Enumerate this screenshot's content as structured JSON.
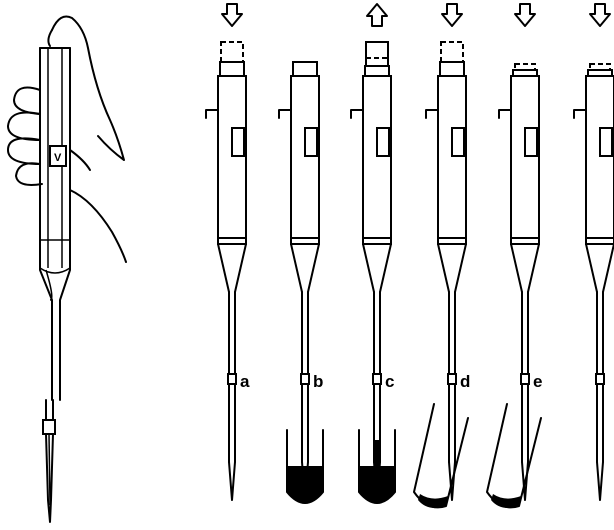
{
  "diagram": {
    "hand_volume_label": "V",
    "steps": [
      {
        "label": "a",
        "arrow": "down",
        "plunger": "dashed-up",
        "liquid": "none"
      },
      {
        "label": "b",
        "arrow": "none",
        "plunger": "solid",
        "liquid": "tube"
      },
      {
        "label": "c",
        "arrow": "up",
        "plunger": "raised",
        "liquid": "tube-drawn"
      },
      {
        "label": "d",
        "arrow": "down",
        "plunger": "dashed-up",
        "liquid": "dispense"
      },
      {
        "label": "e",
        "arrow": "down",
        "plunger": "dashed-small",
        "liquid": "dispense"
      },
      {
        "label": "",
        "arrow": "down",
        "plunger": "dashed-small",
        "liquid": "none"
      }
    ]
  }
}
